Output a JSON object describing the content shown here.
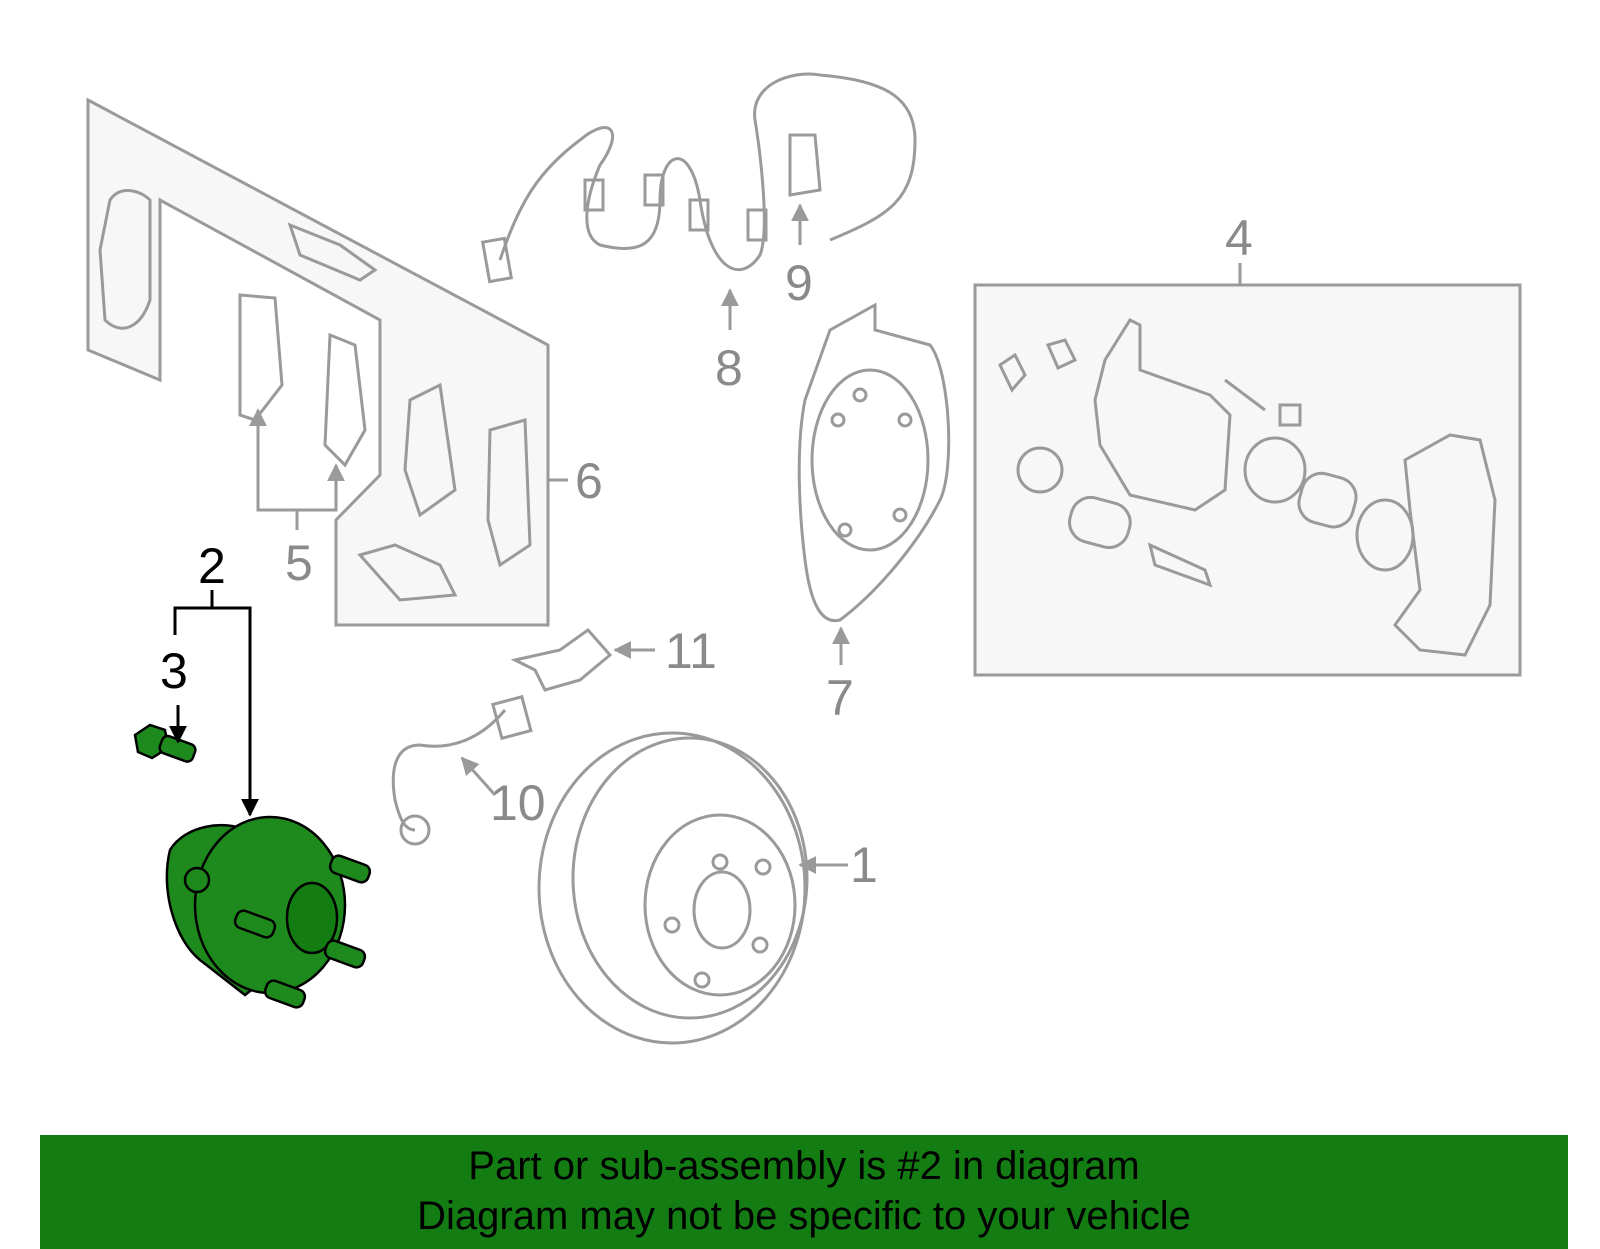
{
  "callouts": {
    "c1": "1",
    "c2": "2",
    "c3": "3",
    "c4": "4",
    "c5": "5",
    "c6": "6",
    "c7": "7",
    "c8": "8",
    "c9": "9",
    "c10": "10",
    "c11": "11"
  },
  "highlight": {
    "part_number": "2",
    "color": "#137d13"
  },
  "colors": {
    "part_outline": "#9a9a9a",
    "box_fill": "#f7f7f7",
    "highlight_fill": "#1e8a1e",
    "leader_active": "#000000"
  },
  "banner": {
    "line1": "Part or sub-assembly is #2 in diagram",
    "line2": "Diagram may not be specific to your vehicle"
  }
}
